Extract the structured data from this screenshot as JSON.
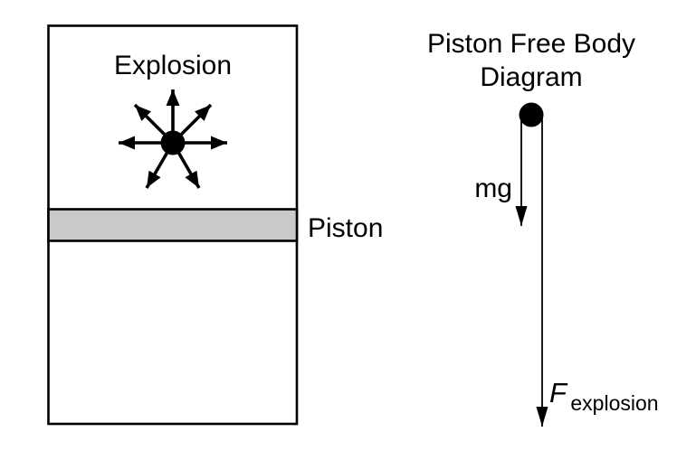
{
  "figure": {
    "cylinder": {
      "explosion_label": "Explosion",
      "piston_label": "Piston"
    },
    "free_body": {
      "title_line1": "Piston Free Body",
      "title_line2": "Diagram",
      "gravity_label": "mg",
      "force_symbol": "F",
      "force_subscript": "explosion"
    },
    "colors": {
      "ink": "#000000",
      "piston_fill": "#c9c9c9",
      "background": "#ffffff"
    }
  }
}
